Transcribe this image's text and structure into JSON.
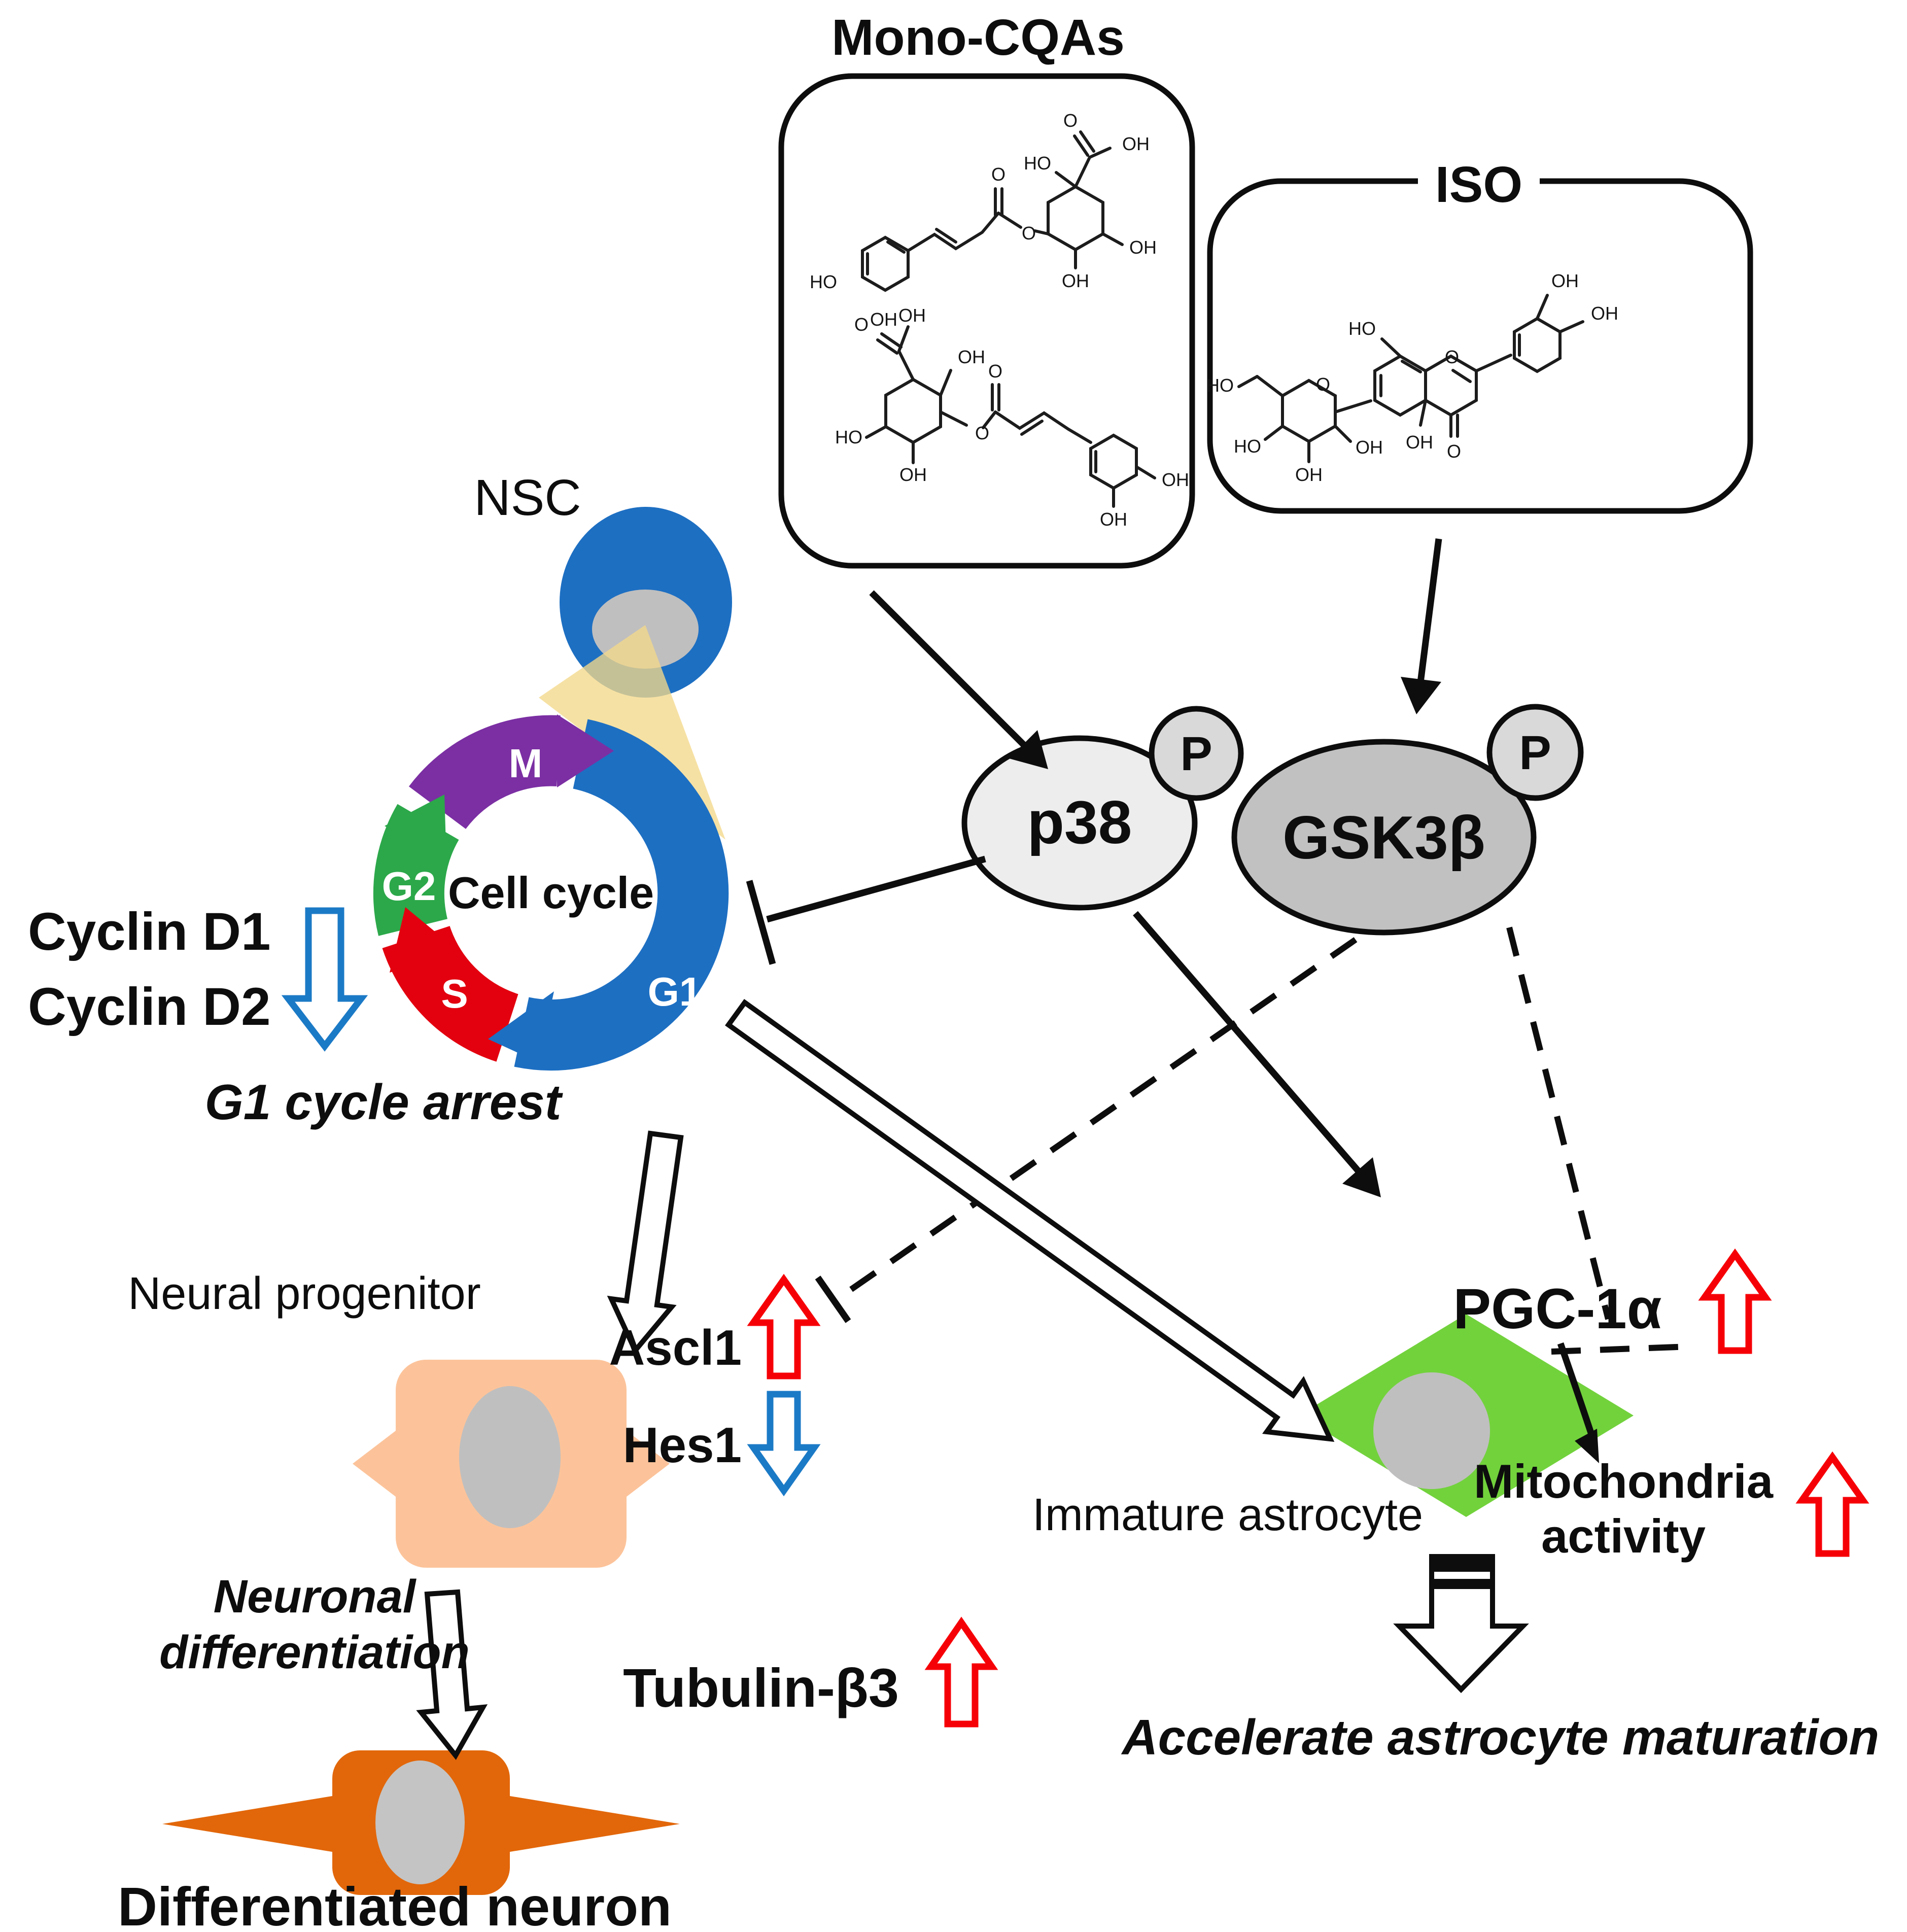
{
  "compound_boxes": {
    "mono": {
      "label": "Mono-CQAs"
    },
    "iso": {
      "label": "ISO"
    },
    "atom_labels": {
      "oh": "OH",
      "ho": "HO",
      "o": "O"
    }
  },
  "nsc": {
    "label": "NSC"
  },
  "cell_cycle": {
    "center_label": "Cell cycle",
    "phases": [
      {
        "label": "M",
        "color": "#7b2fa3"
      },
      {
        "label": "G1",
        "color": "#1d6fc2"
      },
      {
        "label": "S",
        "color": "#e3000f"
      },
      {
        "label": "G2",
        "color": "#2ca84a"
      }
    ]
  },
  "cyclins": {
    "line1": "Cyclin D1",
    "line2": "Cyclin D2",
    "arrow_direction": "down",
    "arrow_color": "#1b7ac6"
  },
  "g1_arrest_label": "G1 cycle arrest",
  "kinases": {
    "p38": {
      "label": "p38",
      "phospho": "P",
      "fill": "#ededed"
    },
    "gsk3b": {
      "label": "GSK3β",
      "phospho": "P",
      "fill": "#c1c1c1"
    }
  },
  "neural_progenitor_label": "Neural progenitor",
  "markers": {
    "ascl1": {
      "label": "Ascl1",
      "arrow_direction": "up",
      "arrow_color": "#f60007"
    },
    "hes1": {
      "label": "Hes1",
      "arrow_direction": "down",
      "arrow_color": "#1b7ac6"
    },
    "tubulin": {
      "label": "Tubulin-β3",
      "arrow_direction": "up",
      "arrow_color": "#f60007"
    },
    "pgc1a": {
      "label": "PGC-1α",
      "arrow_direction": "up",
      "arrow_color": "#f60007"
    },
    "mitochondria": {
      "line1": "Mitochondria",
      "line2": "activity",
      "arrow_direction": "up",
      "arrow_color": "#f60007"
    }
  },
  "neuronal_differentiation": {
    "line1": "Neuronal",
    "line2": "differentiation"
  },
  "differentiated_neuron_label": "Differentiated neuron",
  "immature_astrocyte_label": "Immature astrocyte",
  "accelerate_label": "Accelerate astrocyte maturation",
  "cells": {
    "nsc_fill": "#1d6fc2",
    "progenitor_fill": "#fcc39a",
    "neuron_fill": "#e2670a",
    "astrocyte_fill": "#72d23c",
    "nucleus_fill": "#bfbfbf",
    "cone_fill": "#f3d98b"
  }
}
